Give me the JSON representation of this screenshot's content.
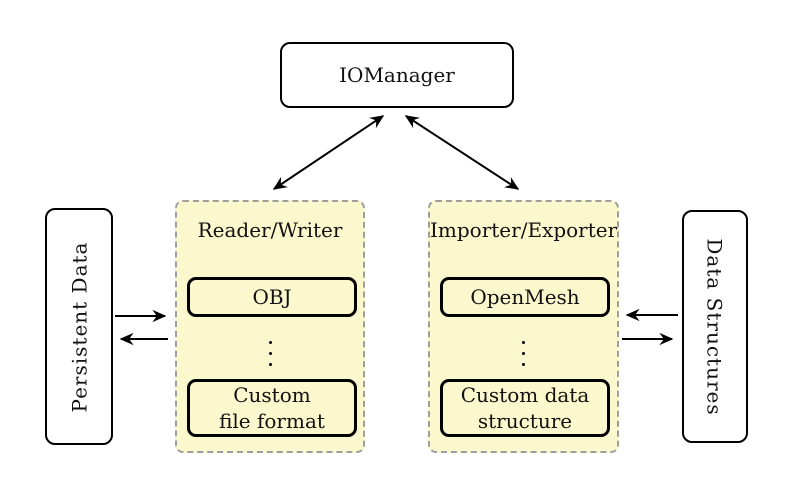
{
  "colors": {
    "container_fill": "#fbf8cd",
    "container_border": "#9e9e9e",
    "node_border": "#000000",
    "node_fill": "#ffffff",
    "arrow": "#000000"
  },
  "nodes": {
    "iomanager": "IOManager",
    "persistent_data": "Persistent Data",
    "data_structures": "Data Structures"
  },
  "reader_writer": {
    "title": "Reader/Writer",
    "top_item": "OBJ",
    "bottom_item_line1": "Custom",
    "bottom_item_line2": "file format"
  },
  "importer_exporter": {
    "title": "Importer/Exporter",
    "top_item": "OpenMesh",
    "bottom_item_line1": "Custom data",
    "bottom_item_line2": "structure"
  }
}
